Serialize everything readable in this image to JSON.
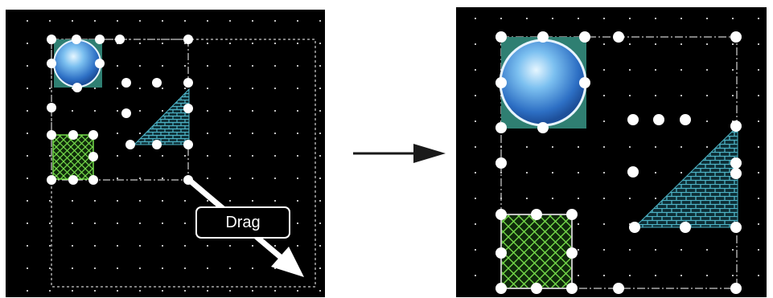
{
  "drag_label": "Drag",
  "colors": {
    "canvas": "#000000",
    "grid_dot": "#ffffff",
    "handle": "#ffffff",
    "frame_teal": "#2f7f72",
    "brick_teal": "#46a6b6",
    "hatch_green": "#6fd24a",
    "orb_blue": "#3b86d6"
  },
  "icons": [
    "gradient-circle",
    "brick-triangle",
    "crosshatch-square",
    "transition-arrow"
  ]
}
